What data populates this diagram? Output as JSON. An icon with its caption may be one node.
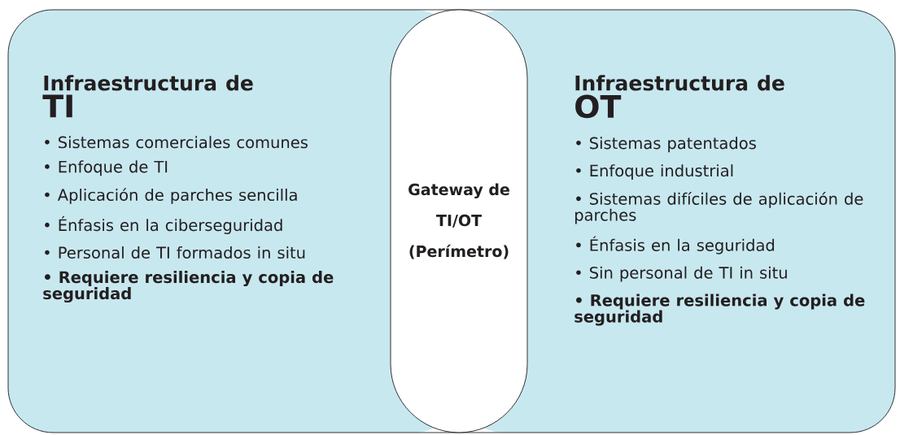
{
  "diagram": {
    "nodes": [
      {
        "text": [
          "Infraestructura de",
          "TI",
          "• Sistemas comerciales comunes",
          "• Enfoque de TI",
          "• Aplicación de parches sencilla",
          "• Énfasis en la ciberseguridad",
          "• Personal de TI formados in situ",
          "• Requiere resiliencia y copia de seguridad"
        ]
      },
      {
        "text": [
          "Gateway de TI/OT (Perímetro)"
        ]
      },
      {
        "text": [
          "Infraestructura de",
          "OT",
          "• Sistemas patentados",
          "• Enfoque industrial",
          "• Sistemas difíciles de aplicación de parches",
          "• Énfasis en la seguridad",
          "• Sin personal de TI in situ",
          "• Requiere resiliencia y copia de seguridad"
        ]
      }
    ]
  }
}
